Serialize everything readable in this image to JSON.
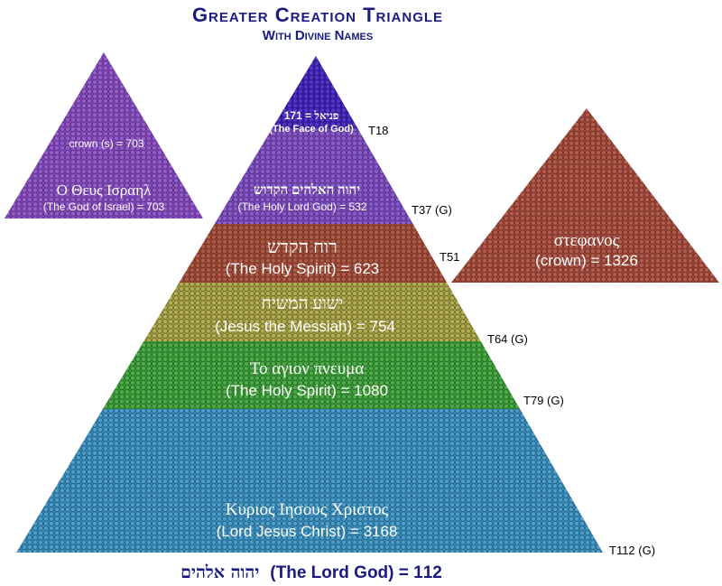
{
  "title": "Greater Creation Triangle",
  "subtitle": "With Divine Names",
  "colors": {
    "title": "#1a1a80",
    "band_t18": "#3a18c0",
    "band_t37": "#7a44c4",
    "band_t51": "#a4442e",
    "band_t64": "#a8a23c",
    "band_t79": "#34a030",
    "band_t112": "#3290c4",
    "left_triangle": "#8444c4",
    "right_triangle": "#a84434"
  },
  "left_triangle": {
    "line1": "crown (s) = 703",
    "line2": "Ο Θευς Ισραηλ",
    "line3": "(The God of Israel) = 703"
  },
  "right_triangle": {
    "line1": "στεφανος",
    "line2": "(crown)  = 1326"
  },
  "bands": [
    {
      "hebrew": "פניאל",
      "value": " = 171",
      "english": "(The Face of God)",
      "tag": "T18"
    },
    {
      "hebrew": "יהוה האלהים הקדוש",
      "english": "(The Holy Lord God)   = 532",
      "tag": "T37 (G)"
    },
    {
      "hebrew": "רוח הקדש",
      "english": "(The Holy Spirit)   = 623",
      "tag": "T51"
    },
    {
      "hebrew": "ישוע המשיח",
      "english": "(Jesus the Messiah)   = 754",
      "tag": "T64 (G)"
    },
    {
      "greek": "Το αγιον πνευμα",
      "english": "(The Holy Spirit)   = 1080",
      "tag": "T79 (G)"
    },
    {
      "greek": "Κυριος Ιησους Χριστος",
      "english": "(Lord Jesus Christ)  = 3168",
      "tag": "T112 (G)"
    }
  ],
  "footer": {
    "hebrew": "יהוה אלהים",
    "english": "(The Lord God) = 112"
  }
}
